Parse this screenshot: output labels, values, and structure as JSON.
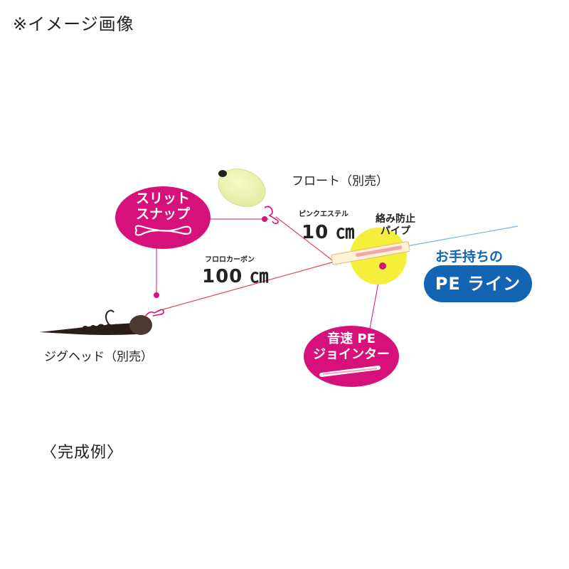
{
  "note": "※イメージ画像",
  "caption": "〈完成例〉",
  "labels": {
    "float": "フロート（別売）",
    "jighead": "ジグヘッド（別売）",
    "pink_ester": "ピンクエステル",
    "pink_ester_length": "10 ㎝",
    "fluorocarbon": "フロロカーボン",
    "fluorocarbon_length": "100 ㎝",
    "anti_tangle_line1": "絡み防止",
    "anti_tangle_line2": "パイプ"
  },
  "bubbles": {
    "slit_snap": {
      "line1": "スリット",
      "line2": "スナップ"
    },
    "jointer": {
      "line1": "音速 PE",
      "line2": "ジョインター"
    }
  },
  "pe_line": {
    "heading": "お手持ちの",
    "badge": "PE ライン"
  },
  "colors": {
    "magenta": "#d6117a",
    "blue": "#1464b4",
    "yellow": "#f4ef3a",
    "float_glow": "#f2f6b4",
    "line_red": "#e04a5a"
  }
}
